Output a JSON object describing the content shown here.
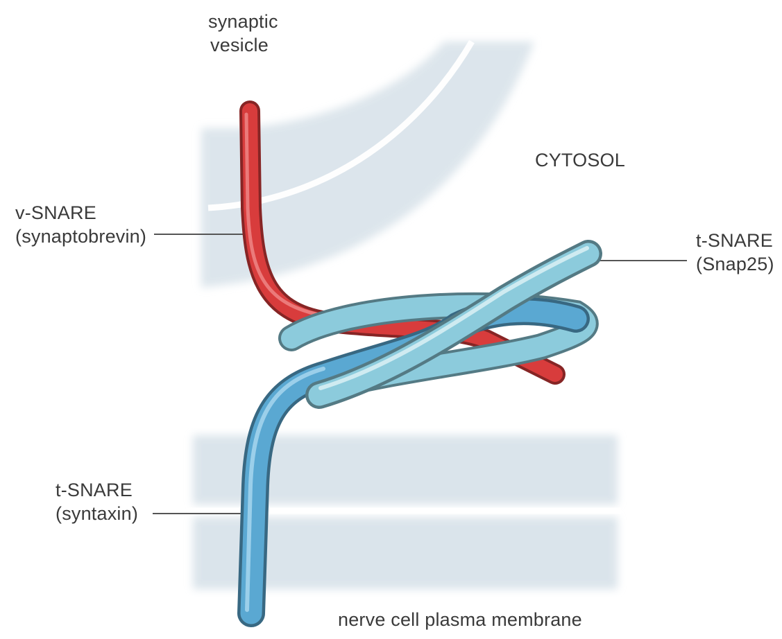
{
  "labels": {
    "vesicle": [
      "synaptic",
      "vesicle"
    ],
    "cytosol": "CYTOSOL",
    "v_snare": [
      "v-SNARE",
      "(synaptobrevin)"
    ],
    "snap25": [
      "t-SNARE",
      "(Snap25)"
    ],
    "syntaxin": [
      "t-SNARE",
      "(syntaxin)"
    ],
    "plasma_membrane": "nerve cell plasma membrane"
  },
  "colors": {
    "membrane": "#d9e3ea",
    "v_snare": "#d83c3c",
    "t_snare_syntaxin": "#5aa8d2",
    "t_snare_snap25": "#8ccbdc",
    "leader_line": "#555555"
  }
}
